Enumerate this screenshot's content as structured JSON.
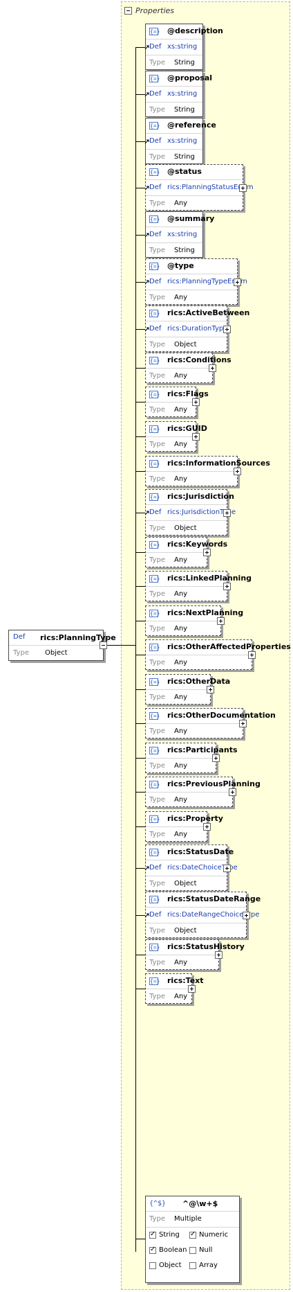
{
  "panel": {
    "title": "Properties"
  },
  "root": {
    "def_key": "Def",
    "name": "rics:PlanningType",
    "type_key": "Type",
    "type": "Object"
  },
  "labels": {
    "def": "Def",
    "type": "Type"
  },
  "nodes": [
    {
      "name": "@description",
      "def": "xs:string",
      "type": "String",
      "dashed": false,
      "expand": false
    },
    {
      "name": "@proposal",
      "def": "xs:string",
      "type": "String",
      "dashed": false,
      "expand": false
    },
    {
      "name": "@reference",
      "def": "xs:string",
      "type": "String",
      "dashed": false,
      "expand": false
    },
    {
      "name": "@status",
      "def": "rics:PlanningStatusEnum",
      "type": "Any",
      "dashed": true,
      "expand": true
    },
    {
      "name": "@summary",
      "def": "xs:string",
      "type": "String",
      "dashed": false,
      "expand": false
    },
    {
      "name": "@type",
      "def": "rics:PlanningTypeEnum",
      "type": "Any",
      "dashed": true,
      "expand": true
    },
    {
      "name": "rics:ActiveBetween",
      "def": "rics:DurationType",
      "type": "Object",
      "dashed": true,
      "expand": true
    },
    {
      "name": "rics:Conditions",
      "def": "",
      "type": "Any",
      "dashed": true,
      "expand": true
    },
    {
      "name": "rics:Flags",
      "def": "",
      "type": "Any",
      "dashed": true,
      "expand": true
    },
    {
      "name": "rics:GUID",
      "def": "",
      "type": "Any",
      "dashed": true,
      "expand": true
    },
    {
      "name": "rics:InformationSources",
      "def": "",
      "type": "Any",
      "dashed": true,
      "expand": true
    },
    {
      "name": "rics:Jurisdiction",
      "def": "rics:JurisdictionType",
      "type": "Object",
      "dashed": true,
      "expand": true
    },
    {
      "name": "rics:Keywords",
      "def": "",
      "type": "Any",
      "dashed": true,
      "expand": true
    },
    {
      "name": "rics:LinkedPlanning",
      "def": "",
      "type": "Any",
      "dashed": true,
      "expand": true
    },
    {
      "name": "rics:NextPlanning",
      "def": "",
      "type": "Any",
      "dashed": true,
      "expand": true
    },
    {
      "name": "rics:OtherAffectedProperties",
      "def": "",
      "type": "Any",
      "dashed": true,
      "expand": true
    },
    {
      "name": "rics:OtherData",
      "def": "",
      "type": "Any",
      "dashed": true,
      "expand": true
    },
    {
      "name": "rics:OtherDocumentation",
      "def": "",
      "type": "Any",
      "dashed": true,
      "expand": true
    },
    {
      "name": "rics:Participants",
      "def": "",
      "type": "Any",
      "dashed": true,
      "expand": true
    },
    {
      "name": "rics:PreviousPlanning",
      "def": "",
      "type": "Any",
      "dashed": true,
      "expand": true
    },
    {
      "name": "rics:Property",
      "def": "",
      "type": "Any",
      "dashed": true,
      "expand": true
    },
    {
      "name": "rics:StatusDate",
      "def": "rics:DateChoiceType",
      "type": "Object",
      "dashed": true,
      "expand": true
    },
    {
      "name": "rics:StatusDateRange",
      "def": "rics:DateRangeChoiceType",
      "type": "Object",
      "dashed": true,
      "expand": true
    },
    {
      "name": "rics:StatusHistory",
      "def": "",
      "type": "Any",
      "dashed": true,
      "expand": true
    },
    {
      "name": "rics:Text",
      "def": "",
      "type": "Any",
      "dashed": true,
      "expand": true
    }
  ],
  "pattern": {
    "icon": "{^$}",
    "name": "^@\\w+$",
    "type_key": "Type",
    "type": "Multiple",
    "options": [
      {
        "label": "String",
        "checked": true
      },
      {
        "label": "Numeric",
        "checked": true
      },
      {
        "label": "Boolean",
        "checked": true
      },
      {
        "label": "Null",
        "checked": false
      },
      {
        "label": "Object",
        "checked": false
      },
      {
        "label": "Array",
        "checked": false
      }
    ]
  }
}
